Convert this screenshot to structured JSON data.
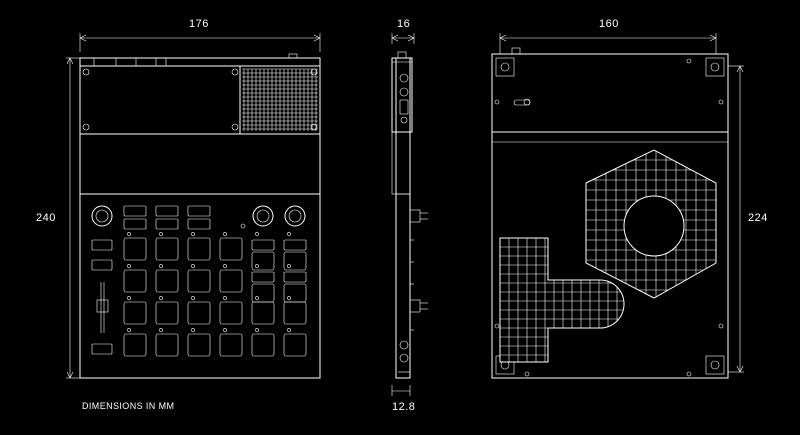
{
  "dimensions": {
    "front_width": "176",
    "front_height": "240",
    "side_width_top": "16",
    "side_width_bottom": "12.8",
    "back_width": "160",
    "back_height": "224"
  },
  "caption": "DIMENSIONS IN MM",
  "colors": {
    "background": "#000000",
    "line": "#ffffff"
  }
}
